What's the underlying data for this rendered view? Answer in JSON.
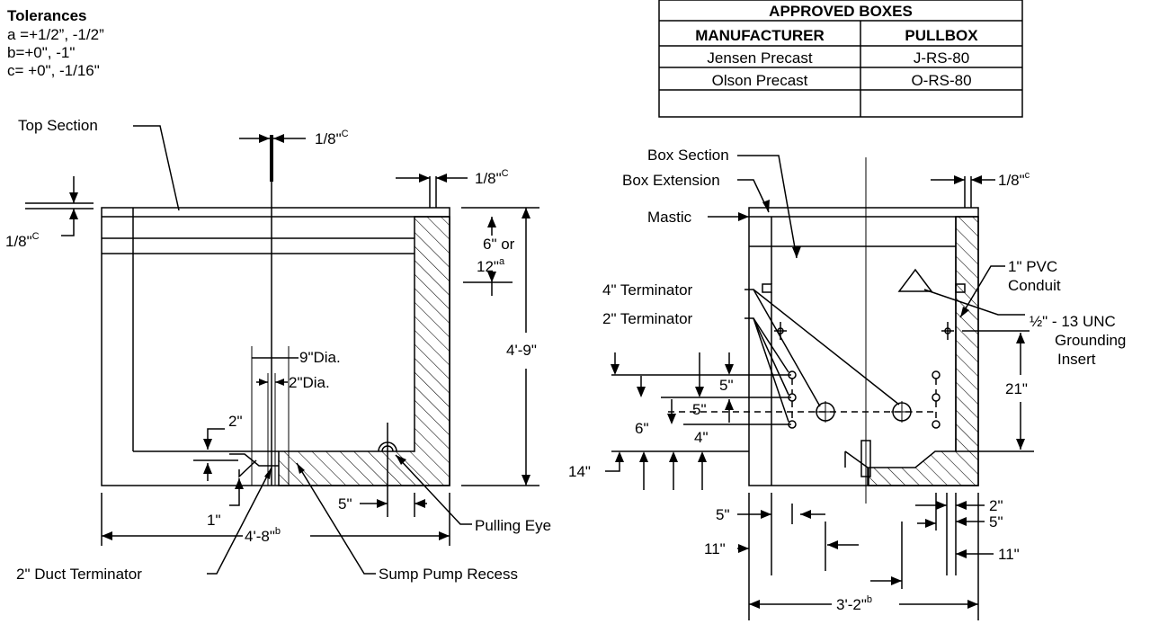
{
  "tolerances": {
    "title": "Tolerances",
    "a": "a =+1/2”, -1/2”",
    "b": "b=+0\", -1\"",
    "c": "c= +0\", -1/16\""
  },
  "approved_table": {
    "title": "APPROVED BOXES",
    "headers": [
      "MANUFACTURER",
      "PULLBOX"
    ],
    "rows": [
      [
        "Jensen Precast",
        "J-RS-80"
      ],
      [
        "Olson Precast",
        "O-RS-80"
      ],
      [
        "",
        ""
      ]
    ]
  },
  "left_view": {
    "top_section": "Top Section",
    "dim_eighth": "1/8\"",
    "sup_c": "C",
    "sup_a": "a",
    "sup_b": "b",
    "dim_6_or": "6\" or",
    "dim_12": "12\"",
    "dim_height": "4'-9\"",
    "dim_9dia": "9\"Dia.",
    "dim_2dia": "2\"Dia.",
    "dim_2": "2\"",
    "dim_1": "1\"",
    "dim_5": "5\"",
    "dim_width": "4'-8\"",
    "pulling_eye": "Pulling Eye",
    "duct_terminator": "2\" Duct Terminator",
    "sump_pump_recess": "Sump Pump Recess"
  },
  "right_view": {
    "box_section": "Box Section",
    "box_extension": "Box Extension",
    "mastic": "Mastic",
    "dim_eighth": "1/8\"",
    "sup_c": "c",
    "sup_b": "b",
    "pvc_conduit_1": "1\" PVC",
    "pvc_conduit_2": "Conduit",
    "terminator_4": "4\" Terminator",
    "terminator_2": "2\" Terminator",
    "grounding_1": "½\" - 13 UNC",
    "grounding_2": "Grounding",
    "grounding_3": "Insert",
    "dim_21": "21\"",
    "dim_5": "5\"",
    "dim_6": "6\"",
    "dim_4": "4\"",
    "dim_14": "14\"",
    "dim_2": "2\"",
    "dim_11": "11\"",
    "dim_width": "3'-2\""
  }
}
